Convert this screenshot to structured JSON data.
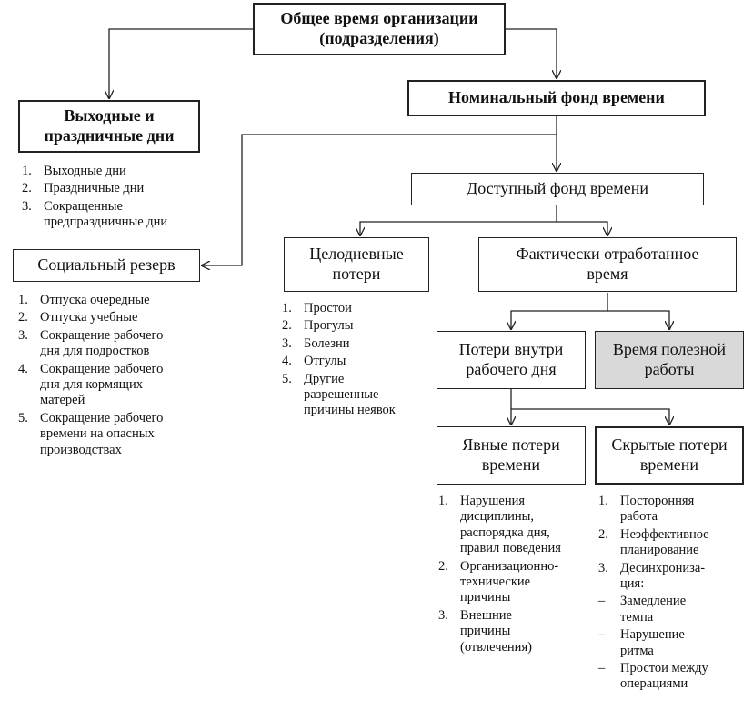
{
  "boxes": {
    "total_time": [
      "Общее время организации",
      "(подразделения)"
    ],
    "nominal_fund": [
      "Номинальный фонд времени"
    ],
    "weekends": [
      "Выходные и",
      "праздничные дни"
    ],
    "available_fund": [
      "Доступный фонд времени"
    ],
    "social_reserve": [
      "Социальный резерв"
    ],
    "full_day_losses": [
      "Целодневные",
      "потери"
    ],
    "actually_worked": [
      "Фактически отработанное",
      "время"
    ],
    "intraday_losses": [
      "Потери внутри",
      "рабочего дня"
    ],
    "useful_work": [
      "Время полезной",
      "работы"
    ],
    "explicit_losses": [
      "Явные потери",
      "времени"
    ],
    "hidden_losses": [
      "Скрытые потери",
      "времени"
    ]
  },
  "lists": {
    "weekends": [
      {
        "marker": "1.",
        "lines": [
          "Выходные дни"
        ]
      },
      {
        "marker": "2.",
        "lines": [
          "Праздничные дни"
        ]
      },
      {
        "marker": "3.",
        "lines": [
          "Сокращенные",
          "предпраздничные дни"
        ]
      }
    ],
    "social_reserve": [
      {
        "marker": "1.",
        "lines": [
          "Отпуска очередные"
        ]
      },
      {
        "marker": "2.",
        "lines": [
          "Отпуска учебные"
        ]
      },
      {
        "marker": "3.",
        "lines": [
          "Сокращение рабочего",
          "дня для подростков"
        ]
      },
      {
        "marker": "4.",
        "lines": [
          "Сокращение рабочего",
          "дня для кормящих",
          "матерей"
        ]
      },
      {
        "marker": "5.",
        "lines": [
          "Сокращение рабочего",
          "времени на опасных",
          "производствах"
        ]
      }
    ],
    "full_day_losses": [
      {
        "marker": "1.",
        "lines": [
          "Простои"
        ]
      },
      {
        "marker": "2.",
        "lines": [
          "Прогулы"
        ]
      },
      {
        "marker": "3.",
        "lines": [
          "Болезни"
        ]
      },
      {
        "marker": "4.",
        "lines": [
          "Отгулы"
        ]
      },
      {
        "marker": "5.",
        "lines": [
          "Другие",
          "разрешенные",
          "причины неявок"
        ]
      }
    ],
    "explicit_losses": [
      {
        "marker": "1.",
        "lines": [
          "Нарушения",
          "дисциплины,",
          "распорядка дня,",
          "правил поведения"
        ]
      },
      {
        "marker": "2.",
        "lines": [
          "Организационно-",
          "технические",
          "причины"
        ]
      },
      {
        "marker": "3.",
        "lines": [
          "Внешние",
          "причины",
          "(отвлечения)"
        ]
      }
    ],
    "hidden_losses": [
      {
        "marker": "1.",
        "lines": [
          "Посторонняя",
          "работа"
        ]
      },
      {
        "marker": "2.",
        "lines": [
          "Неэффективное",
          "планирование"
        ]
      },
      {
        "marker": "3.",
        "lines": [
          "Десинхрониза-",
          "ция:"
        ]
      },
      {
        "marker": "–",
        "lines": [
          "Замедление",
          "темпа"
        ]
      },
      {
        "marker": "–",
        "lines": [
          "Нарушение",
          "ритма"
        ]
      },
      {
        "marker": "–",
        "lines": [
          "Простои между",
          "операциями"
        ]
      }
    ]
  }
}
